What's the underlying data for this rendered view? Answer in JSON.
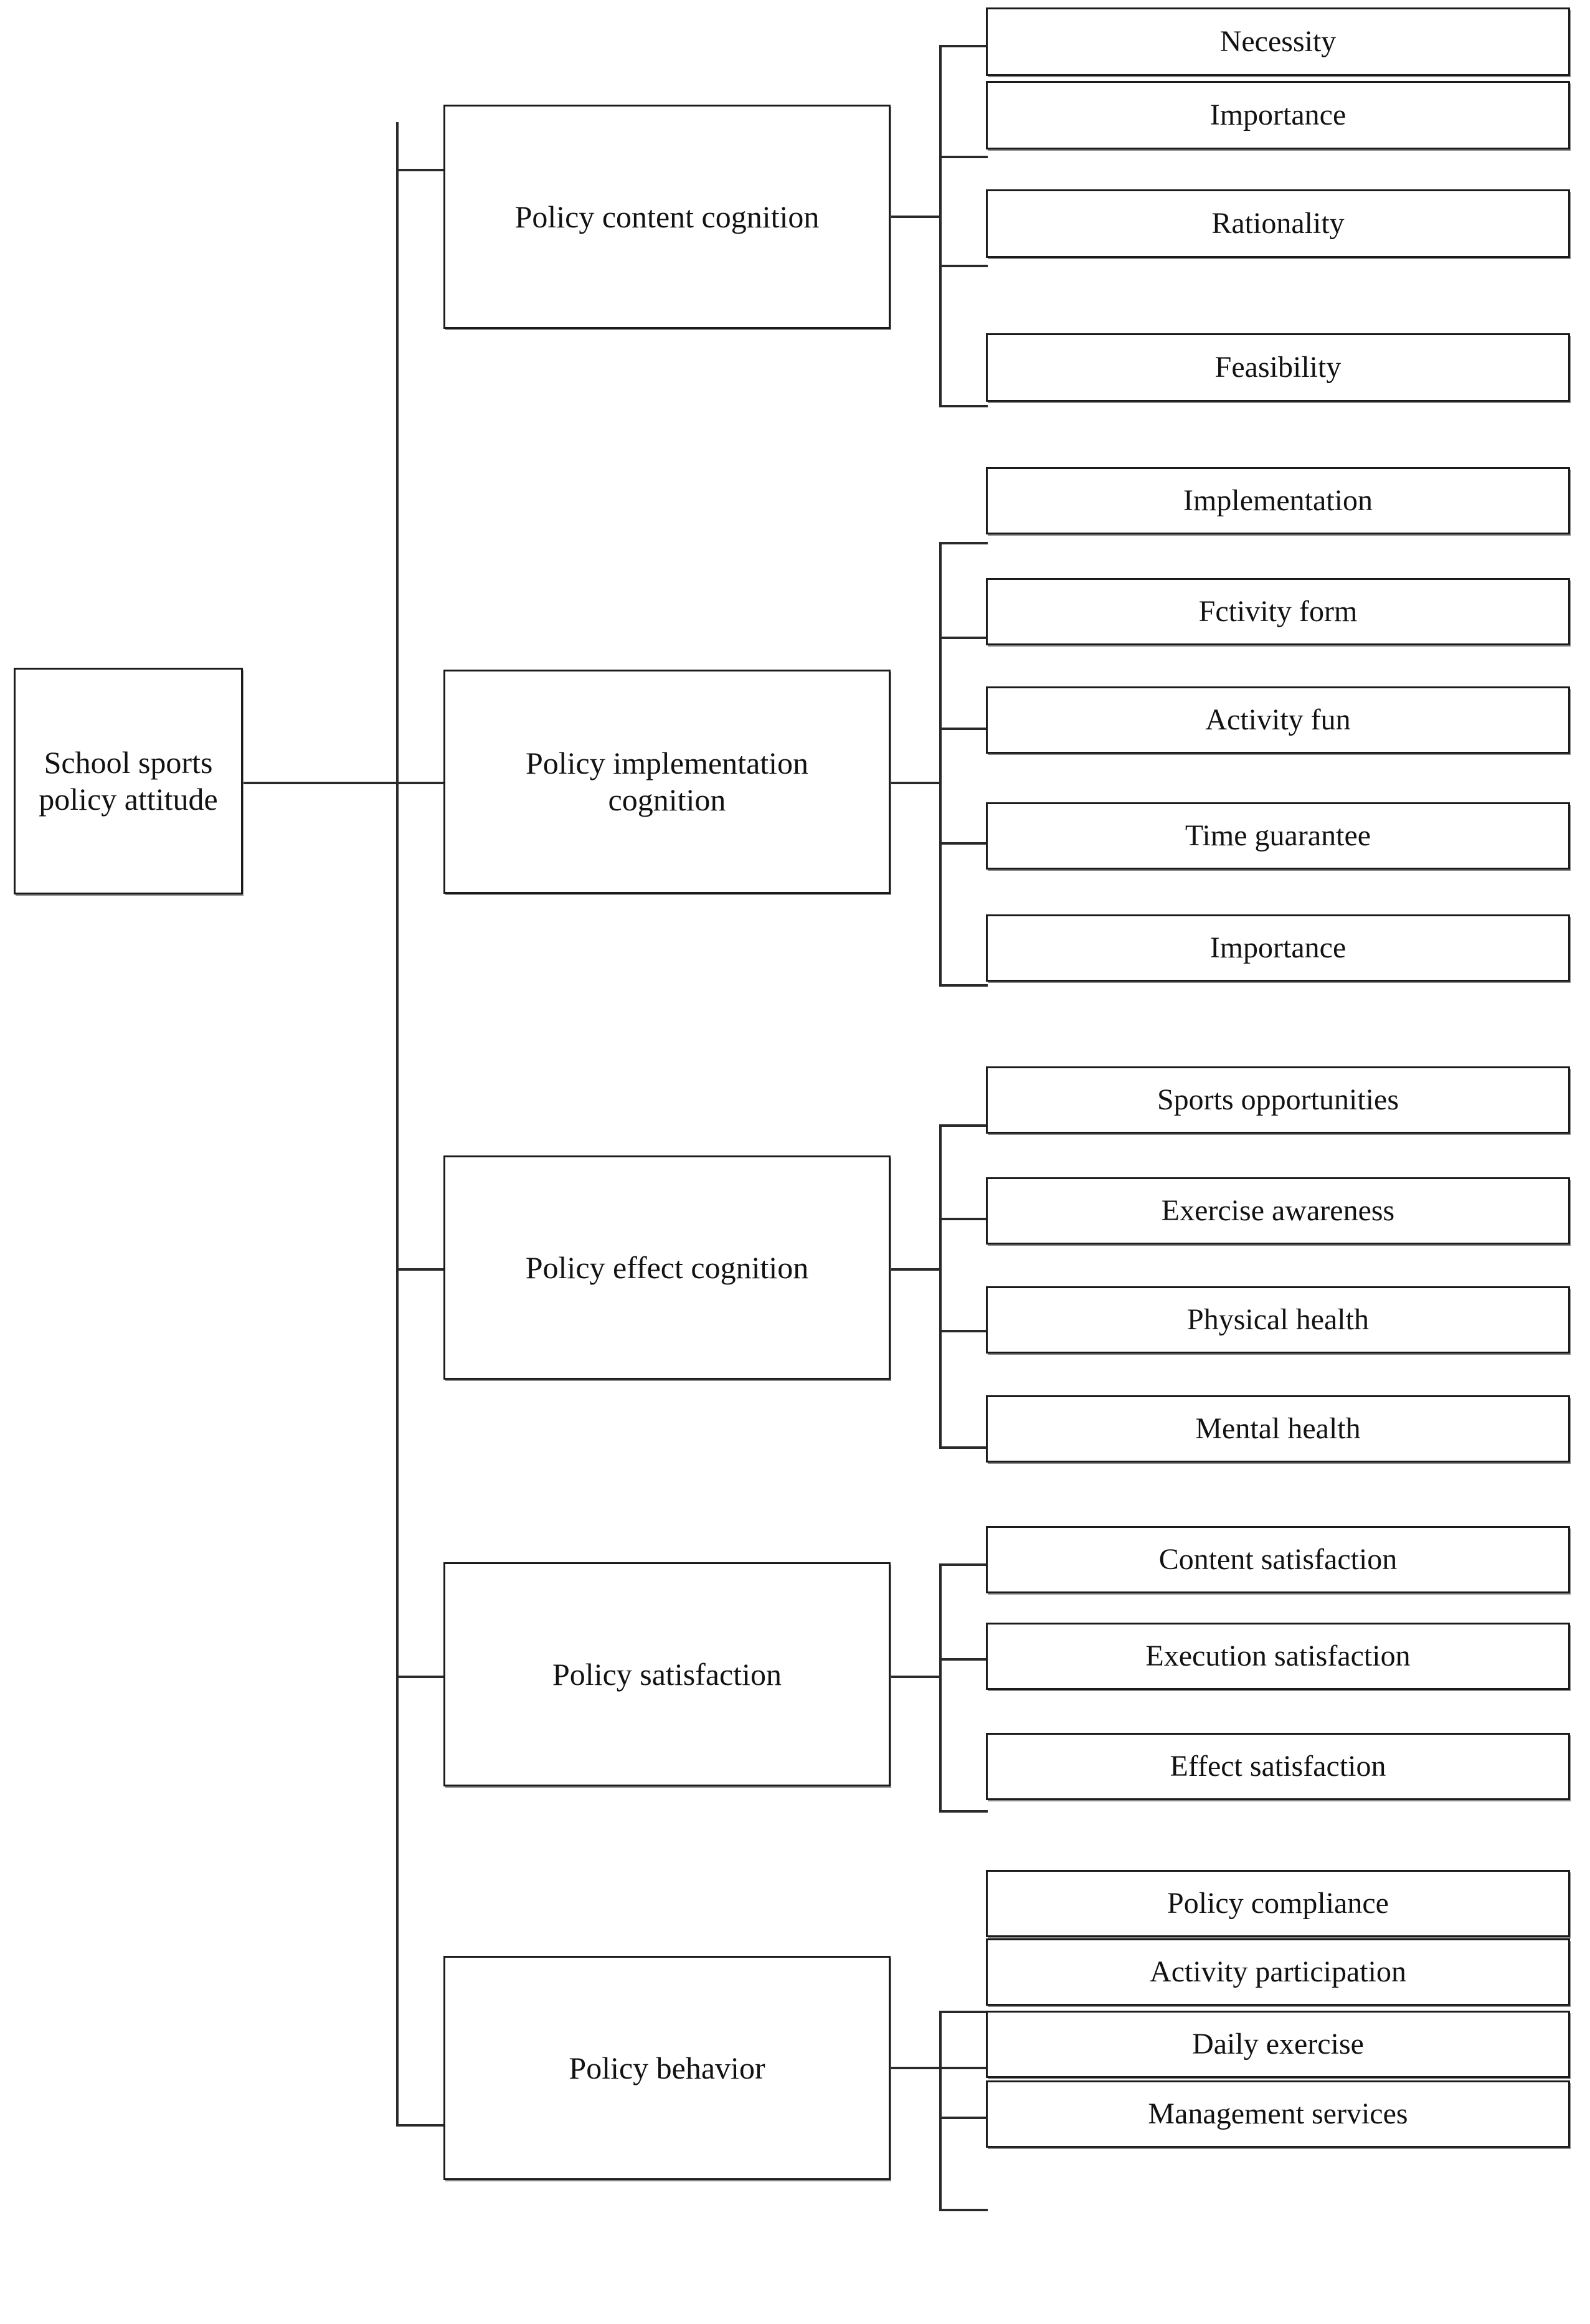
{
  "diagram": {
    "type": "hierarchy-tree",
    "orientation": "left-to-right",
    "levels": 3,
    "root": {
      "label": "School sports\npolicy attitude",
      "name": "school-sports-policy-attitude"
    },
    "branches": [
      {
        "name": "policy-content-cognition",
        "label": "Policy content cognition",
        "children": [
          {
            "name": "necessity",
            "label": "Necessity"
          },
          {
            "name": "importance",
            "label": "Importance"
          },
          {
            "name": "rationality",
            "label": "Rationality"
          },
          {
            "name": "feasibility",
            "label": "Feasibility"
          }
        ]
      },
      {
        "name": "policy-implementation-cognition",
        "label": "Policy implementation\ncognition",
        "children": [
          {
            "name": "implementation",
            "label": "Implementation"
          },
          {
            "name": "fctivity-form",
            "label": "Fctivity form"
          },
          {
            "name": "activity-fun",
            "label": "Activity fun"
          },
          {
            "name": "time-guarantee",
            "label": "Time guarantee"
          },
          {
            "name": "importance",
            "label": "Importance"
          }
        ]
      },
      {
        "name": "policy-effect-cognition",
        "label": "Policy effect cognition",
        "children": [
          {
            "name": "sports-opportunities",
            "label": "Sports opportunities"
          },
          {
            "name": "exercise-awareness",
            "label": "Exercise awareness"
          },
          {
            "name": "physical-health",
            "label": "Physical health"
          },
          {
            "name": "mental-health",
            "label": "Mental health"
          }
        ]
      },
      {
        "name": "policy-satisfaction",
        "label": "Policy satisfaction",
        "children": [
          {
            "name": "content-satisfaction",
            "label": "Content satisfaction"
          },
          {
            "name": "execution-satisfaction",
            "label": "Execution satisfaction"
          },
          {
            "name": "effect-satisfaction",
            "label": "Effect satisfaction"
          }
        ]
      },
      {
        "name": "policy-behavior",
        "label": "Policy behavior",
        "children": [
          {
            "name": "policy-compliance",
            "label": "Policy compliance"
          },
          {
            "name": "activity-participation",
            "label": "Activity participation"
          },
          {
            "name": "daily-exercise",
            "label": "Daily exercise"
          },
          {
            "name": "management-services",
            "label": "Management services"
          }
        ]
      }
    ],
    "colors": {
      "box_border": "#1b1b1b",
      "box_shadow": "#8a8a8a",
      "connector": "#2a2a2a",
      "text": "#121212",
      "background": "#ffffff"
    }
  }
}
